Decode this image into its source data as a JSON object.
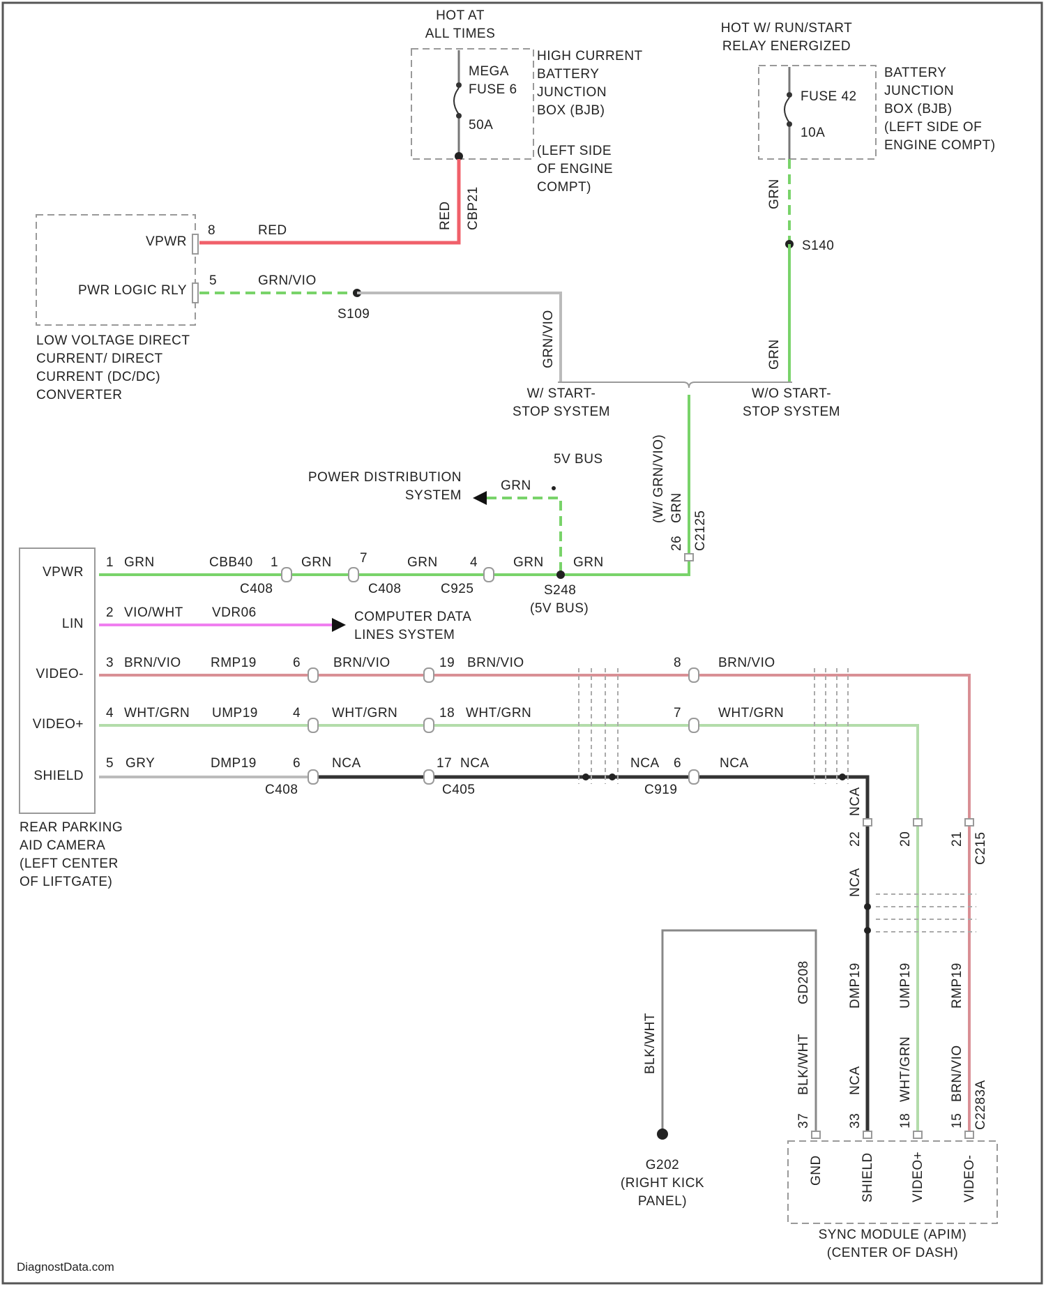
{
  "colors": {
    "red": "#f0606a",
    "green": "#79d36a",
    "pink": "#f07ff0",
    "brn_vio": "#d99095",
    "wht_grn": "#b3dcaa",
    "black": "#333333",
    "grey": "#bbbbbb",
    "outline": "#999999"
  },
  "top": {
    "hot_at_all_times": [
      "HOT AT",
      "ALL TIMES"
    ],
    "hot_run_start": [
      "HOT W/ RUN/START",
      "RELAY ENERGIZED"
    ],
    "mega_fuse": [
      "MEGA",
      "FUSE 6"
    ],
    "mega_fuse_amp": "50A",
    "hcbjb_label": [
      "HIGH CURRENT",
      "BATTERY",
      "JUNCTION",
      "BOX (BJB)",
      "(LEFT SIDE",
      "OF ENGINE",
      "COMPT)"
    ],
    "fuse42": "FUSE 42",
    "fuse42_amp": "10A",
    "bjb_label": [
      "BATTERY",
      "JUNCTION",
      "BOX (BJB)",
      "(LEFT SIDE OF",
      "ENGINE COMPT)"
    ],
    "red_vert_color": "RED",
    "red_vert_circuit": "CBP21",
    "grn_vert_color": "GRN",
    "grn_vert2_color": "GRN",
    "s140": "S140"
  },
  "converter": {
    "vpwr_pin": "VPWR",
    "vpwr_num": "8",
    "vpwr_wire": "RED",
    "logic_pin": "PWR LOGIC RLY",
    "logic_num": "5",
    "logic_wire": "GRN/VIO",
    "splice": "S109",
    "label": [
      "LOW VOLTAGE DIRECT",
      "CURRENT/ DIRECT",
      "CURRENT (DC/DC)",
      "CONVERTER"
    ],
    "grnvio_vert": "GRN/VIO"
  },
  "branches": {
    "with_ss": [
      "W/ START-",
      "STOP SYSTEM"
    ],
    "without_ss": [
      "W/O START-",
      "STOP SYSTEM"
    ],
    "vert_wire": [
      "GRN",
      "(W/ GRN/VIO)"
    ],
    "vert_num": "26",
    "vert_conn": "C2125"
  },
  "pds": {
    "bus": "5V BUS",
    "label": [
      "POWER DISTRIBUTION",
      "SYSTEM"
    ],
    "wire": "GRN"
  },
  "camera": {
    "pins": [
      "VPWR",
      "LIN",
      "VIDEO-",
      "VIDEO+",
      "SHIELD"
    ],
    "pin_nums": [
      "1",
      "2",
      "3",
      "4",
      "5"
    ],
    "wires": [
      "GRN",
      "VIO/WHT",
      "BRN/VIO",
      "WHT/GRN",
      "GRY"
    ],
    "circuits": [
      "CBB40",
      "VDR06",
      "RMP19",
      "UMP19",
      "DMP19"
    ],
    "label": [
      "REAR PARKING",
      "AID CAMERA",
      "(LEFT CENTER",
      "OF LIFTGATE)"
    ]
  },
  "row1": {
    "c408": "C408",
    "c408_num": "1",
    "wire1": "GRN",
    "c408b_num": "7",
    "c408b": "C408",
    "wire2": "GRN",
    "c925_num": "4",
    "c925": "C925",
    "wire3": "GRN",
    "wire4": "GRN",
    "splice": "S248",
    "splice_sub": "(5V BUS)"
  },
  "lin": {
    "label": [
      "COMPUTER DATA",
      "LINES SYSTEM"
    ]
  },
  "video": {
    "c408": "C408",
    "c405": "C405",
    "c919": "C919",
    "vm_nums": [
      "6",
      "19",
      "8"
    ],
    "vm_wires": [
      "BRN/VIO",
      "BRN/VIO",
      "BRN/VIO"
    ],
    "vp_nums": [
      "4",
      "18",
      "7"
    ],
    "vp_wires": [
      "WHT/GRN",
      "WHT/GRN",
      "WHT/GRN"
    ],
    "sh_nums": [
      "6",
      "17",
      "6"
    ],
    "sh_wires": [
      "NCA",
      "NCA",
      "NCA",
      "NCA"
    ],
    "down_nca": "NCA",
    "down_nums": [
      "22",
      "20",
      "21"
    ],
    "down_conn": "C215",
    "down_nca2": "NCA"
  },
  "sync": {
    "label": [
      "SYNC MODULE (APIM)",
      "(CENTER OF DASH)"
    ],
    "pins": [
      "GND",
      "SHIELD",
      "VIDEO+",
      "VIDEO-"
    ],
    "pin_nums": [
      "37",
      "33",
      "18",
      "15"
    ],
    "wire_colors": [
      "BLK/WHT",
      "NCA",
      "WHT/GRN",
      "BRN/VIO"
    ],
    "wire_circuits": [
      "GD208",
      "DMP19",
      "UMP19",
      "RMP19"
    ],
    "conn": "C2283A",
    "ground_wire": "BLK/WHT",
    "ground": "G202",
    "ground_loc": [
      "(RIGHT KICK",
      "PANEL)"
    ]
  },
  "footer": "DiagnostData.com"
}
